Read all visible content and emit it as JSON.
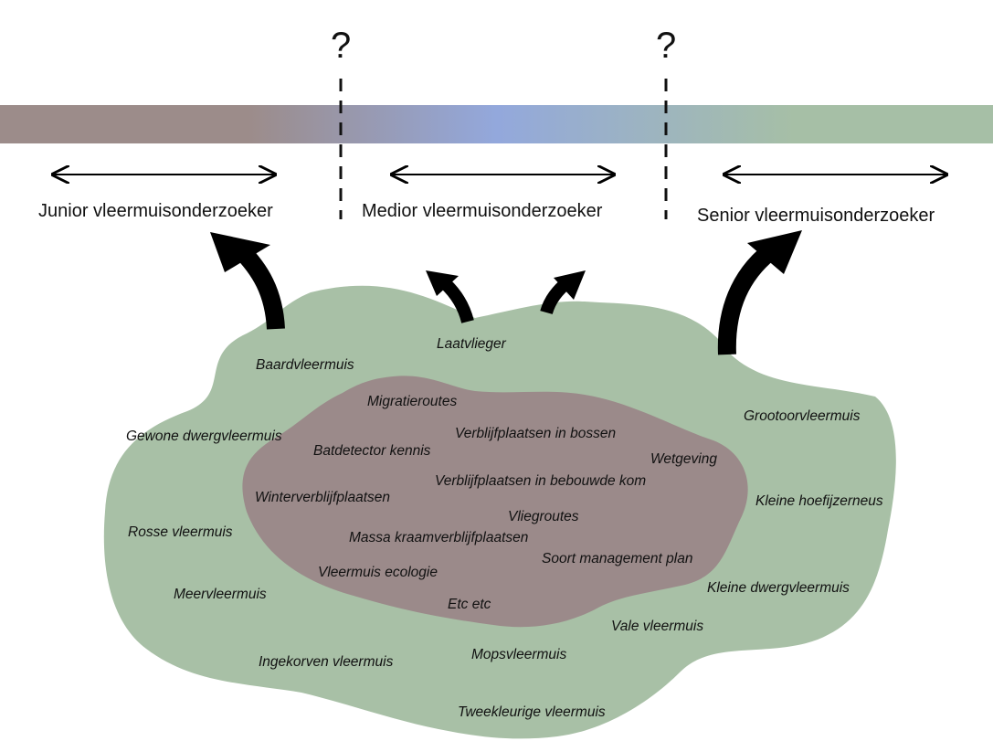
{
  "colors": {
    "bar_left": "#9c8c8a",
    "bar_mid": "#93a8dc",
    "bar_right": "#a6bfa6",
    "outer_blob": "#a8c0a6",
    "inner_blob": "#9b8a8a",
    "arrow": "#000000",
    "text": "#111111"
  },
  "question_marks": [
    "?",
    "?"
  ],
  "levels": {
    "junior": "Junior vleermuisonderzoeker",
    "medior": "Medior vleermuisonderzoeker",
    "senior": "Senior vleermuisonderzoeker"
  },
  "inner_topics": [
    "Migratieroutes",
    "Verblijfplaatsen in bossen",
    "Batdetector kennis",
    "Wetgeving",
    "Verblijfplaatsen in bebouwde kom",
    "Winterverblijfplaatsen",
    "Vliegroutes",
    "Massa kraamverblijfplaatsen",
    "Soort management plan",
    "Vleermuis ecologie",
    "Etc etc"
  ],
  "outer_topics": [
    "Laatvlieger",
    "Baardvleermuis",
    "Gewone dwergvleermuis",
    "Grootoorvleermuis",
    "Kleine hoefijzerneus",
    "Rosse vleermuis",
    "Meervleermuis",
    "Kleine dwergvleermuis",
    "Vale vleermuis",
    "Ingekorven vleermuis",
    "Mopsvleermuis",
    "Tweekleurige vleermuis"
  ]
}
